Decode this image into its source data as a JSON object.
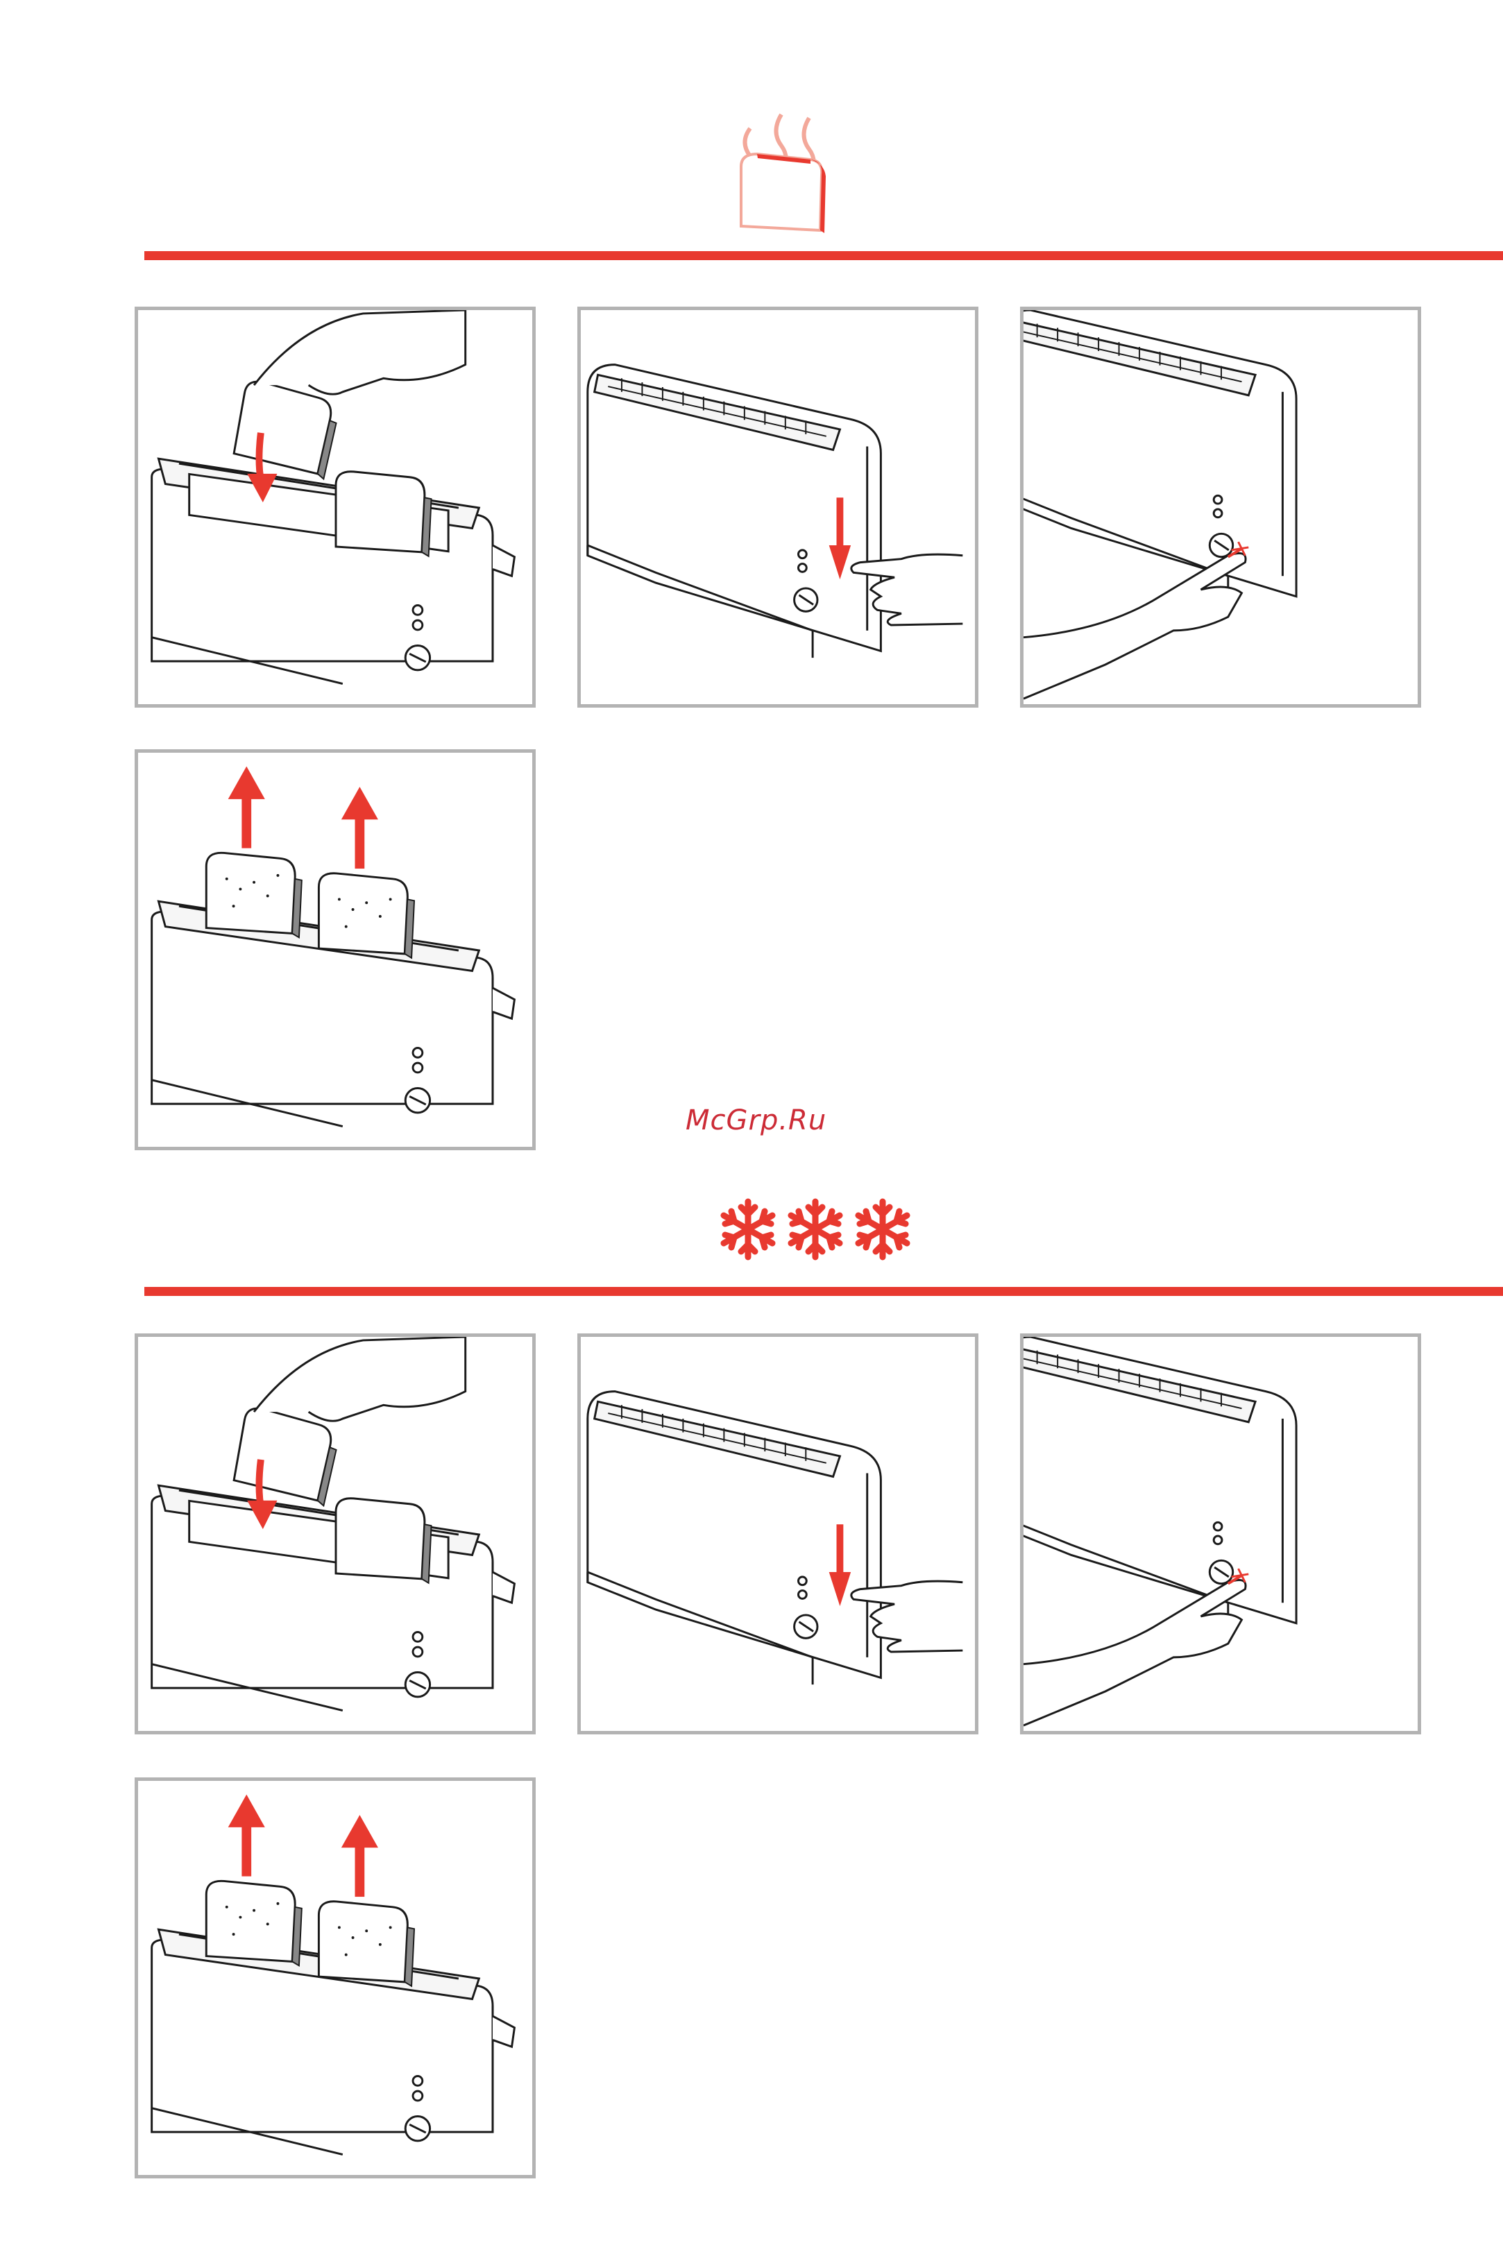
{
  "colors": {
    "accent": "#e8392f",
    "panel_border": "#b3b3b3",
    "line": "#1a1a1a",
    "watermark": "#cc2b36"
  },
  "sections": [
    {
      "id": "toast",
      "icon": "steaming-toast-icon",
      "steps": [
        "insert-bread",
        "press-lever",
        "press-button"
      ],
      "final_step": "remove-toast"
    },
    {
      "id": "frozen",
      "icon": "snowflakes-icon",
      "icon_count": 3,
      "steps": [
        "insert-bread",
        "press-lever",
        "press-defrost-button"
      ],
      "final_step": "remove-toast"
    }
  ],
  "watermark": {
    "text": "McGrp.Ru"
  }
}
